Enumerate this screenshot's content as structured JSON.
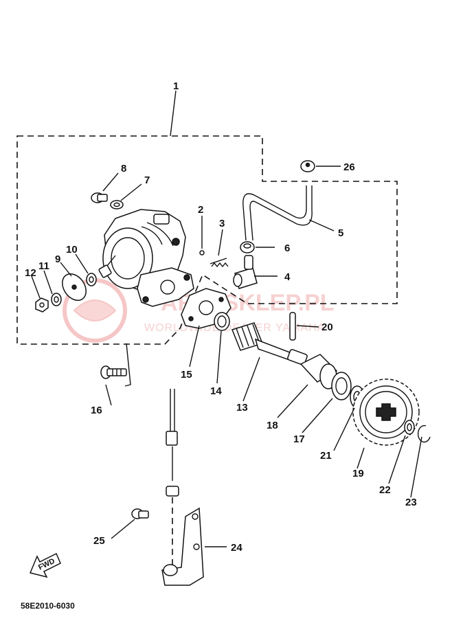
{
  "diagram": {
    "part_numbers": [
      "1",
      "2",
      "3",
      "4",
      "5",
      "6",
      "7",
      "8",
      "9",
      "10",
      "11",
      "12",
      "13",
      "14",
      "15",
      "16",
      "17",
      "18",
      "19",
      "20",
      "21",
      "22",
      "23",
      "24",
      "25",
      "26"
    ],
    "catalog_code": "58E2010-6030",
    "fwd_label": "FWD"
  },
  "watermark": {
    "line1": "ARTI-SKLEP.PL",
    "line2": "WORLDWIDE DEALER YAMAHA",
    "color": "#e88080"
  }
}
